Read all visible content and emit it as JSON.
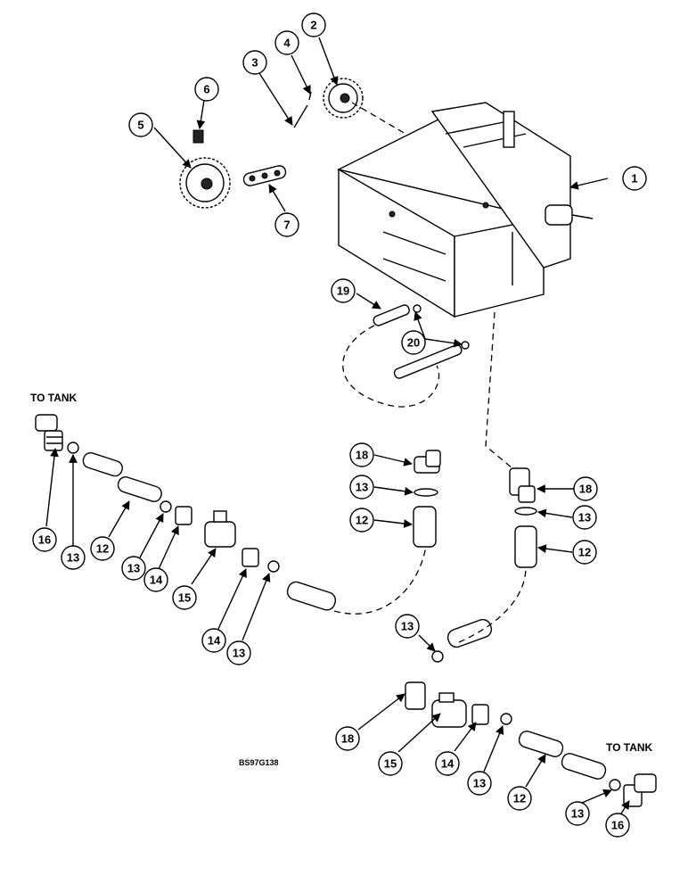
{
  "notes": {
    "to_tank_left": "TO TANK",
    "to_tank_right": "TO TANK",
    "drawing_code": "BS97G138"
  },
  "callouts": [
    "1",
    "2",
    "3",
    "4",
    "5",
    "6",
    "7",
    "19",
    "20",
    "16",
    "13",
    "12",
    "13",
    "14",
    "15",
    "14",
    "13",
    "18",
    "13",
    "12",
    "18",
    "13",
    "12",
    "13",
    "18",
    "15",
    "14",
    "13",
    "12",
    "13",
    "16"
  ],
  "colors": {
    "line": "#000000",
    "background": "#ffffff",
    "shade": "#222222"
  }
}
